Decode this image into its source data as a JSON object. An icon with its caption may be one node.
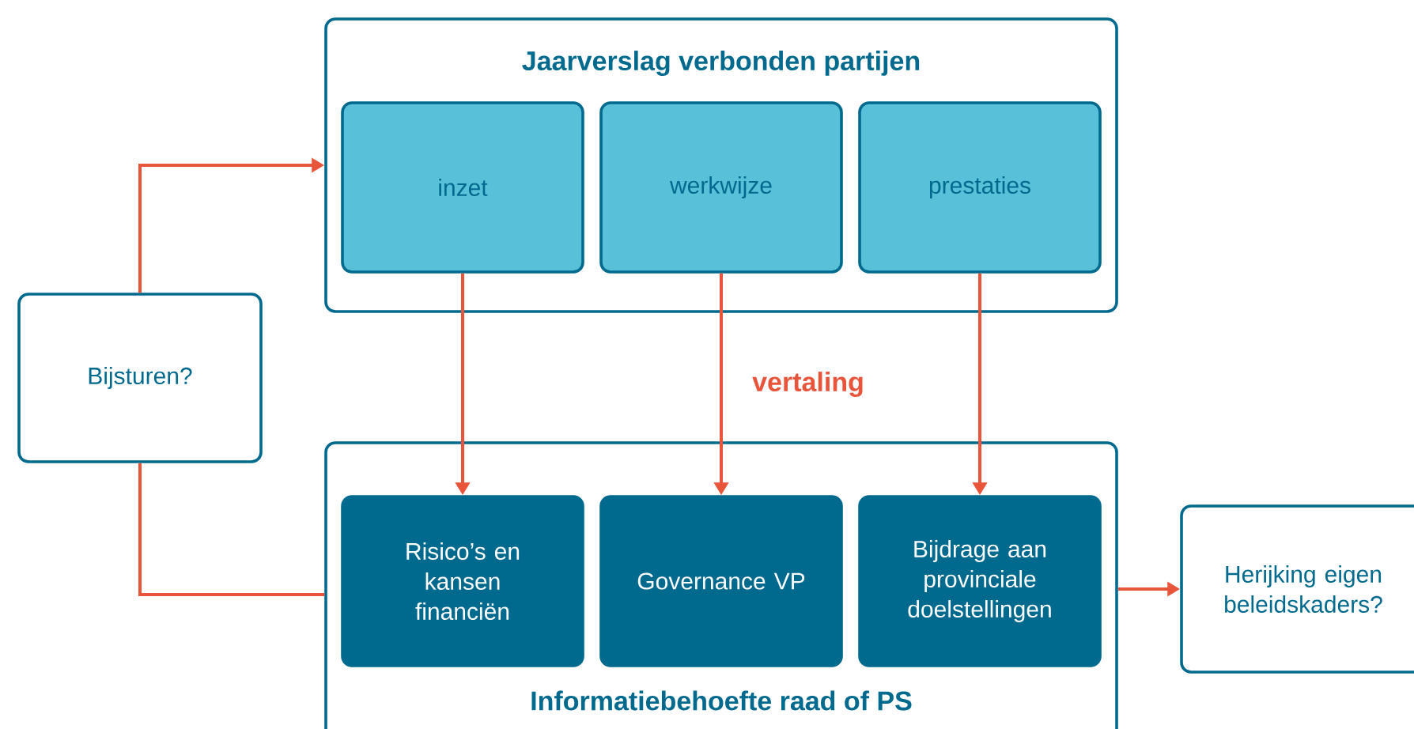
{
  "diagram": {
    "nodes": [
      {
        "text": [
          "Jaarverslag verbonden partijen"
        ]
      },
      {
        "text": [
          "inzet"
        ],
        "in": 0
      },
      {
        "text": [
          "werkwijze"
        ],
        "in": 0
      },
      {
        "text": [
          "prestaties"
        ],
        "in": 0
      },
      {
        "text": [
          "Bijsturen?"
        ]
      },
      {
        "text": [
          "Informatiebehoefte raad of PS"
        ]
      },
      {
        "text": [
          "Risico’s en kansen financiën"
        ],
        "in": 5
      },
      {
        "text": [
          "Governance VP"
        ],
        "in": 5
      },
      {
        "text": [
          "Bijdrage aan provinciale doelstellingen"
        ],
        "in": 5
      },
      {
        "text": [
          "Herijking eigen beleidskaders?"
        ]
      }
    ],
    "edges": [
      {
        "from": 1,
        "to": 6,
        "arrow": "to"
      },
      {
        "from": 2,
        "to": 7,
        "arrow": "to",
        "label": "vertaling"
      },
      {
        "from": 3,
        "to": 8,
        "arrow": "to"
      },
      {
        "from": 4,
        "to": 0,
        "arrow": "to"
      },
      {
        "from": 5,
        "to": 4,
        "arrow": "none"
      },
      {
        "from": 5,
        "to": 9,
        "arrow": "to"
      }
    ]
  }
}
